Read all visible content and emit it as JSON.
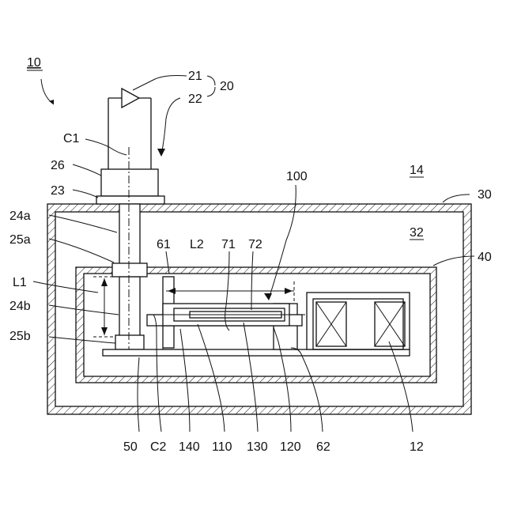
{
  "labels": {
    "fig_ref": "10",
    "beam": "21",
    "beam_group": "20",
    "axis_line": "22",
    "c1": "C1",
    "flange_upper": "26",
    "flange_lower": "23",
    "space_outer": "14",
    "vessel_outer_ref": "30",
    "space_inner": "32",
    "shield_ref": "40",
    "feed_ref": "100",
    "l2": "L2",
    "ref_61": "61",
    "ref_71": "71",
    "ref_72": "72",
    "l1": "L1",
    "ref_24a": "24a",
    "ref_25a": "25a",
    "ref_24b": "24b",
    "ref_25b": "25b",
    "ref_50": "50",
    "c2": "C2",
    "ref_140": "140",
    "ref_110": "110",
    "ref_130": "130",
    "ref_120": "120",
    "ref_62": "62",
    "ref_12": "12"
  }
}
